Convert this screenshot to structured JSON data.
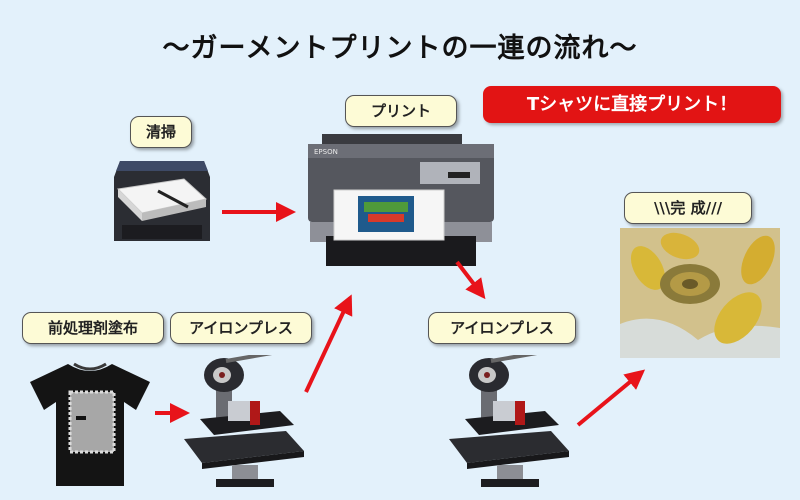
{
  "title": "〜ガーメントプリントの一連の流れ〜",
  "badge": "Tシャツに直接プリント！",
  "steps": {
    "pretreat": "前処理剤塗布",
    "press1": "アイロンプレス",
    "clean": "清掃",
    "print": "プリント",
    "press2": "アイロンプレス",
    "done": "\\\\\\完 成///"
  },
  "printer_brand": "EPSON",
  "colors": {
    "arrow": "#e8131a",
    "badge": "#e21414",
    "label_bg": "#fdfbd6",
    "background": "#e3f1fb"
  }
}
